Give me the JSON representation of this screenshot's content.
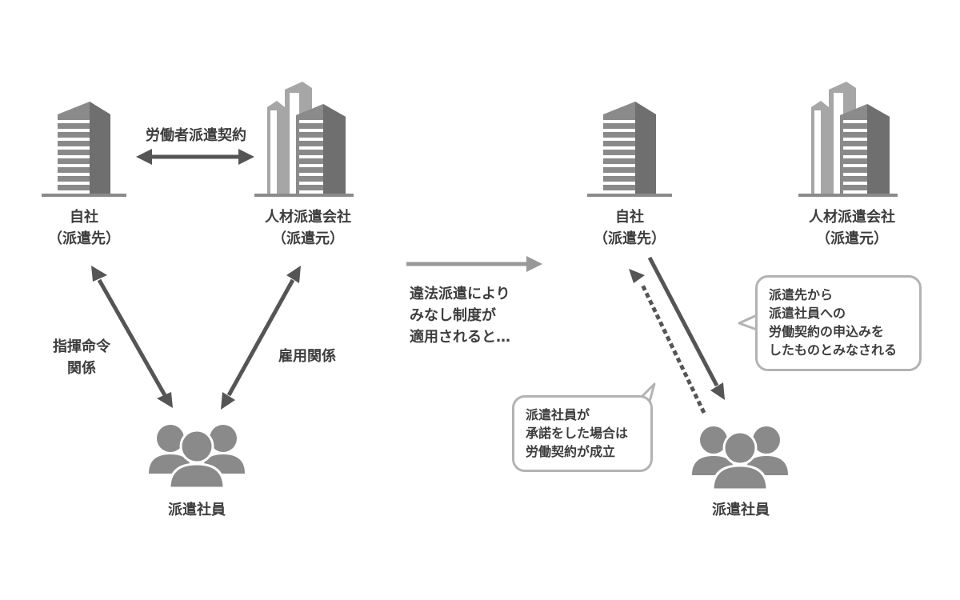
{
  "left": {
    "contract_label": "労働者派遣契約",
    "company": {
      "line1": "自社",
      "line2": "（派遣先）"
    },
    "agency": {
      "line1": "人材派遣会社",
      "line2": "（派遣元）"
    },
    "command_label": {
      "line1": "指揮命令",
      "line2": "関係"
    },
    "employment_label": "雇用関係",
    "staff_label": "派遣社員"
  },
  "middle": {
    "line1": "違法派遣により",
    "line2": "みなし制度が",
    "line3": "適用されると…"
  },
  "right": {
    "company": {
      "line1": "自社",
      "line2": "（派遣先）"
    },
    "agency": {
      "line1": "人材派遣会社",
      "line2": "（派遣元）"
    },
    "staff_label": "派遣社員",
    "bubble_offer": {
      "line1": "派遣先から",
      "line2": "派遣社員への",
      "line3": "労働契約の申込みを",
      "line4": "したものとみなされる"
    },
    "bubble_accept": {
      "line1": "派遣社員が",
      "line2": "承諾をした場合は",
      "line3": "労働契約が成立"
    }
  },
  "colors": {
    "building_main": "#8a8a8a",
    "building_light": "#a6a6a6",
    "arrow": "#555555",
    "arrow_light": "#999999",
    "bubble_border": "#b3b3b3",
    "text": "#3d3d3d"
  },
  "icons": {
    "company": "office-building-icon",
    "agency": "twin-tower-buildings-icon",
    "staff": "group-of-people-icon"
  }
}
